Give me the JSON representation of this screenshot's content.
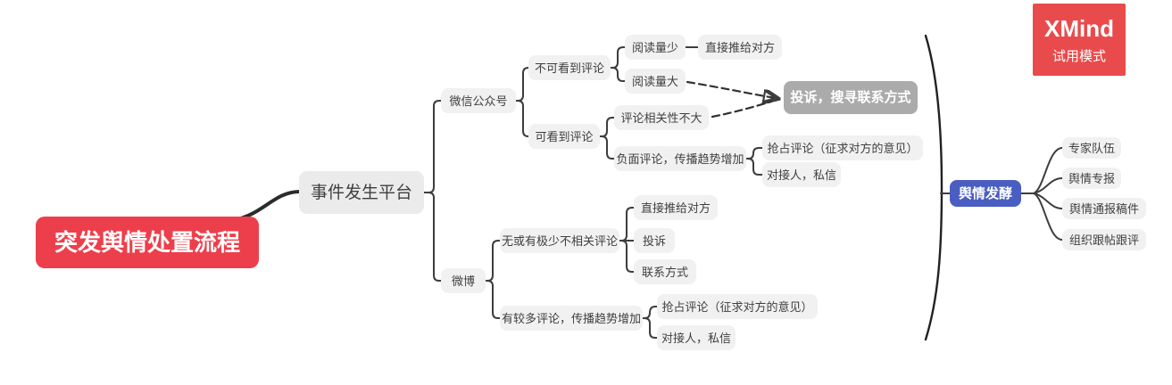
{
  "watermark": {
    "title": "XMind",
    "subtitle": "试用模式"
  },
  "colors": {
    "root_bg": "#ed3f4b",
    "node_bg": "#f1f1f2",
    "callout_bg": "#ababab",
    "fermentation_bg": "#4a5ec1",
    "watermark_bg": "#e94b4c",
    "line": "#3d3d3d"
  },
  "mindmap": {
    "root": {
      "label": "突发舆情处置流程"
    },
    "nodes": {
      "platform": {
        "label": "事件发生平台"
      },
      "wechat": {
        "label": "微信公众号"
      },
      "cannot_see_comments": {
        "label": "不可看到评论"
      },
      "low_reads": {
        "label": "阅读量少"
      },
      "push_directly_1": {
        "label": "直接推给对方"
      },
      "high_reads": {
        "label": "阅读量大"
      },
      "can_see_comments": {
        "label": "可看到评论"
      },
      "low_relevance": {
        "label": "评论相关性不大"
      },
      "negative_trend": {
        "label": "负面评论，传播趋势增加"
      },
      "seize_comments_1": {
        "label": "抢占评论（征求对方的意见）"
      },
      "contact_dm_1": {
        "label": "对接人，私信"
      },
      "complain_search_contact": {
        "label": "投诉，搜寻联系方式"
      },
      "weibo": {
        "label": "微博"
      },
      "few_comments": {
        "label": "无或有极少不相关评论"
      },
      "push_directly_2": {
        "label": "直接推给对方"
      },
      "complain": {
        "label": "投诉"
      },
      "contact_info": {
        "label": "联系方式"
      },
      "many_comments": {
        "label": "有较多评论，传播趋势增加"
      },
      "seize_comments_2": {
        "label": "抢占评论（征求对方的意见）"
      },
      "contact_dm_2": {
        "label": "对接人，私信"
      },
      "fermentation": {
        "label": "舆情发酵"
      },
      "expert_team": {
        "label": "专家队伍"
      },
      "opinion_report": {
        "label": "舆情专报"
      },
      "notification_draft": {
        "label": "舆情通报稿件"
      },
      "organize_comments": {
        "label": "组织跟帖跟评"
      }
    }
  }
}
